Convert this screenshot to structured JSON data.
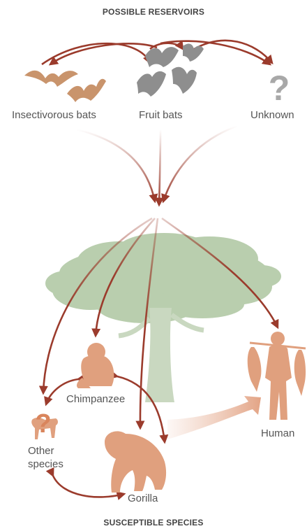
{
  "header": {
    "title": "POSSIBLE RESERVOIRS"
  },
  "footer": {
    "title": "SUSCEPTIBLE SPECIES"
  },
  "reservoirs": {
    "insectivorous_bats": "Insectivorous bats",
    "fruit_bats": "Fruit bats",
    "unknown": "Unknown",
    "unknown_mark": "?"
  },
  "species": {
    "chimpanzee": "Chimpanzee",
    "other_line1": "Other",
    "other_line2": "species",
    "other_mark": "?",
    "gorilla": "Gorilla",
    "human": "Human"
  },
  "colors": {
    "arrow": "#9b3b2c",
    "animal": "#e0a07e",
    "bat": "#c9946c",
    "fruit_bat": "#8e8e8e",
    "tree": "#b9ceae",
    "question": "#a8a8a8",
    "question_accent": "#d9855c"
  }
}
